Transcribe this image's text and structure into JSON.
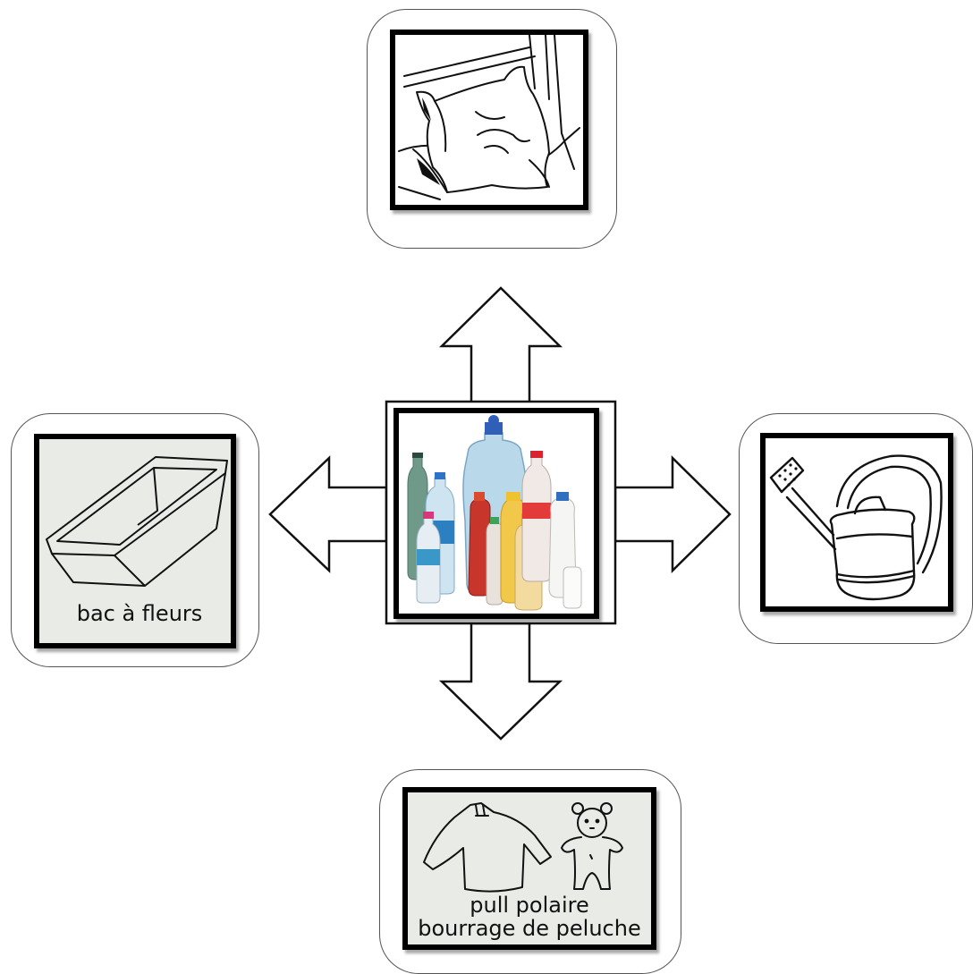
{
  "diagram": {
    "center": {
      "icon": "plastic-bottles-icon"
    },
    "top": {
      "icon": "pillow-icon"
    },
    "left": {
      "icon": "flower-planter-icon",
      "caption": "bac à fleurs"
    },
    "right": {
      "icon": "watering-can-icon"
    },
    "bottom": {
      "icon": "fleece-sweater-teddy-icon",
      "caption_line1": "pull polaire",
      "caption_line2": "bourrage de peluche"
    }
  },
  "colors": {
    "paper": "#e9ece6",
    "frame": "#000000",
    "card_border": "#555555",
    "arrow_stroke": "#111111"
  }
}
